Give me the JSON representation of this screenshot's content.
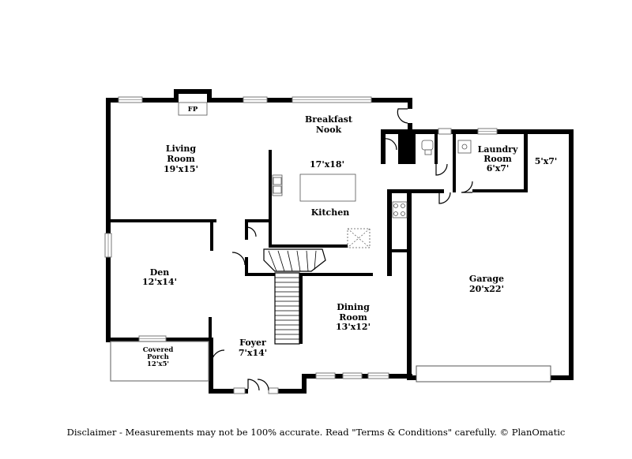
{
  "rooms": {
    "living": {
      "name_1": "Living",
      "name_2": "Room",
      "size": "19'x15'"
    },
    "breakfast": {
      "name_1": "Breakfast",
      "name_2": "Nook"
    },
    "kitchen": {
      "name": "Kitchen",
      "size": "17'x18'"
    },
    "laundry": {
      "name_1": "Laundry",
      "name_2": "Room",
      "size": "6'x7'"
    },
    "storage": {
      "size": "5'x7'"
    },
    "den": {
      "name": "Den",
      "size": "12'x14'"
    },
    "garage": {
      "name": "Garage",
      "size": "20'x22'"
    },
    "dining": {
      "name_1": "Dining",
      "name_2": "Room",
      "size": "13'x12'"
    },
    "foyer": {
      "name": "Foyer",
      "size": "7'x14'"
    },
    "porch": {
      "name_1": "Covered",
      "name_2": "Porch",
      "size": "12'x5'"
    }
  },
  "fireplace": {
    "label": "FP"
  },
  "disclaimer": "Disclaimer - Measurements may not be 100% accurate. Read \"Terms & Conditions\" carefully. © PlanOmatic"
}
